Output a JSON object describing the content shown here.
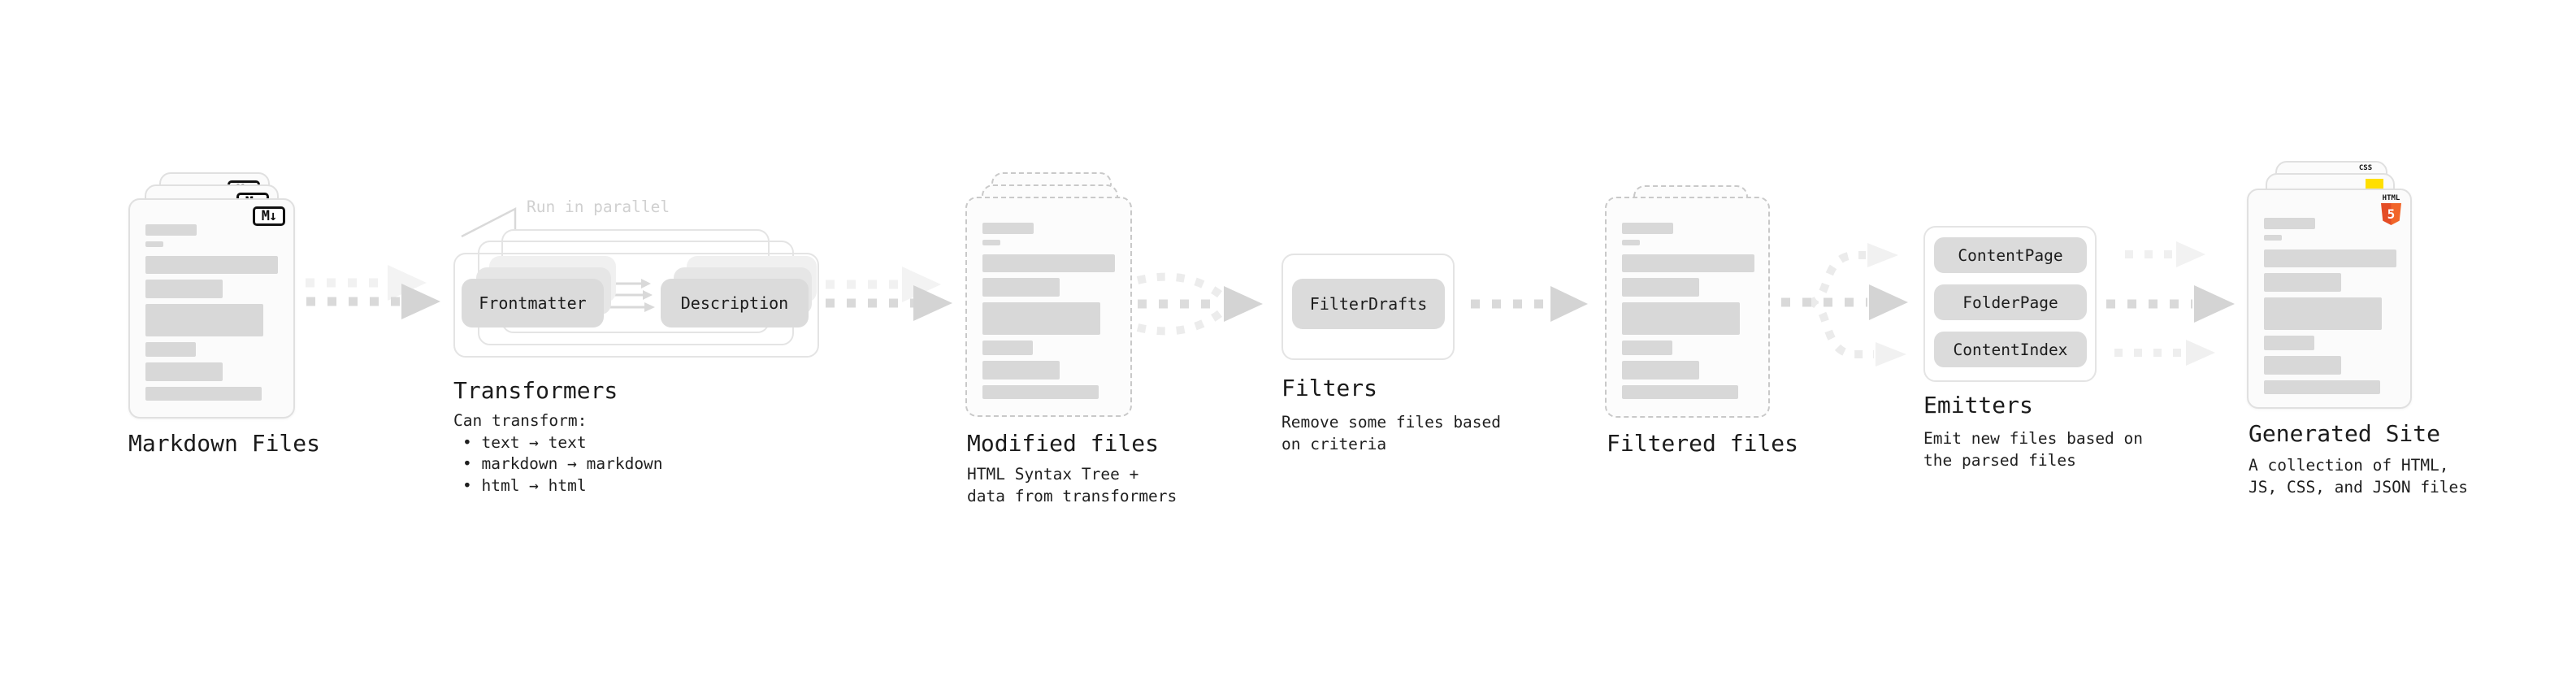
{
  "stages": {
    "markdown_files": {
      "label": "Markdown Files",
      "file_icon": "M↓"
    },
    "transformers": {
      "label": "Transformers",
      "annotation": "Run in parallel",
      "buttons": [
        "Frontmatter",
        "Description"
      ],
      "note_title": "Can transform:",
      "bullets": [
        "• text → text",
        "• markdown → markdown",
        "• html → html"
      ]
    },
    "modified_files": {
      "label": "Modified files",
      "note_lines": [
        "HTML Syntax Tree +",
        "data from transformers"
      ]
    },
    "filters": {
      "label": "Filters",
      "buttons": [
        "FilterDrafts"
      ],
      "note_lines": [
        "Remove some files based",
        "on criteria"
      ]
    },
    "filtered_files": {
      "label": "Filtered files"
    },
    "emitters": {
      "label": "Emitters",
      "buttons": [
        "ContentPage",
        "FolderPage",
        "ContentIndex"
      ],
      "note_lines": [
        "Emit new files based on",
        "the parsed files"
      ]
    },
    "generated_site": {
      "label": "Generated Site",
      "badges": {
        "css_label": "CSS",
        "html_label": "HTML",
        "html_number": "5"
      },
      "note_lines": [
        "A collection of HTML,",
        "JS, CSS, and JSON files"
      ]
    }
  },
  "colors": {
    "html5_orange": "#e44d26",
    "html5_orange_light": "#f16529",
    "js_yellow": "#ffdf00",
    "css_blue": "#2965f1",
    "arrow_gray": "#d6d6d6",
    "arrow_light": "#f1f1f1",
    "placeholder_bar": "#d8d8d8",
    "pill_gray": "#dbdbdb"
  }
}
